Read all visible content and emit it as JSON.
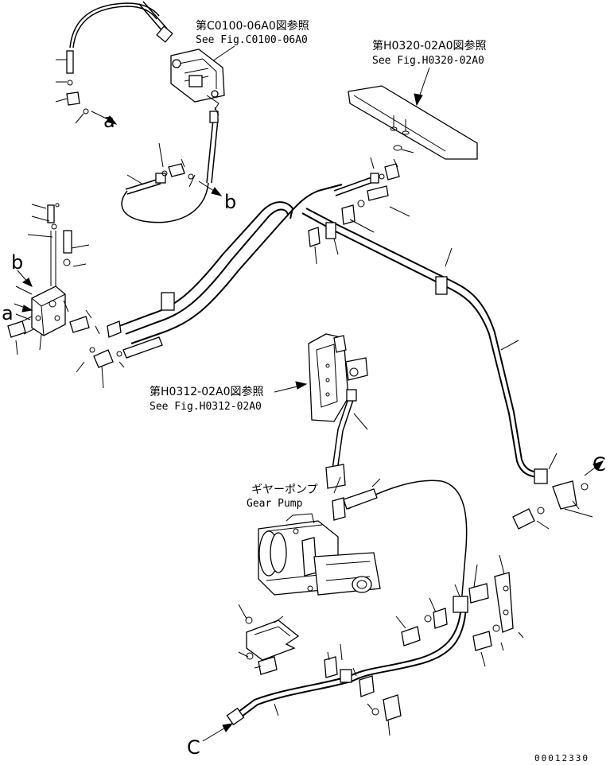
{
  "references": {
    "ref1_jp": "第C0100-06A0図参照",
    "ref1_en": "See Fig.C0100-06A0",
    "ref2_jp": "第H0320-02A0図参照",
    "ref2_en": "See Fig.H0320-02A0",
    "ref3_jp": "第H0312-02A0図参照",
    "ref3_en": "See Fig.H0312-02A0"
  },
  "gear_pump": {
    "jp": "ギヤーポンプ",
    "en": "Gear Pump"
  },
  "callout_letters": {
    "a": "a",
    "b": "b",
    "c": "C"
  },
  "drawing_number": "00012330"
}
